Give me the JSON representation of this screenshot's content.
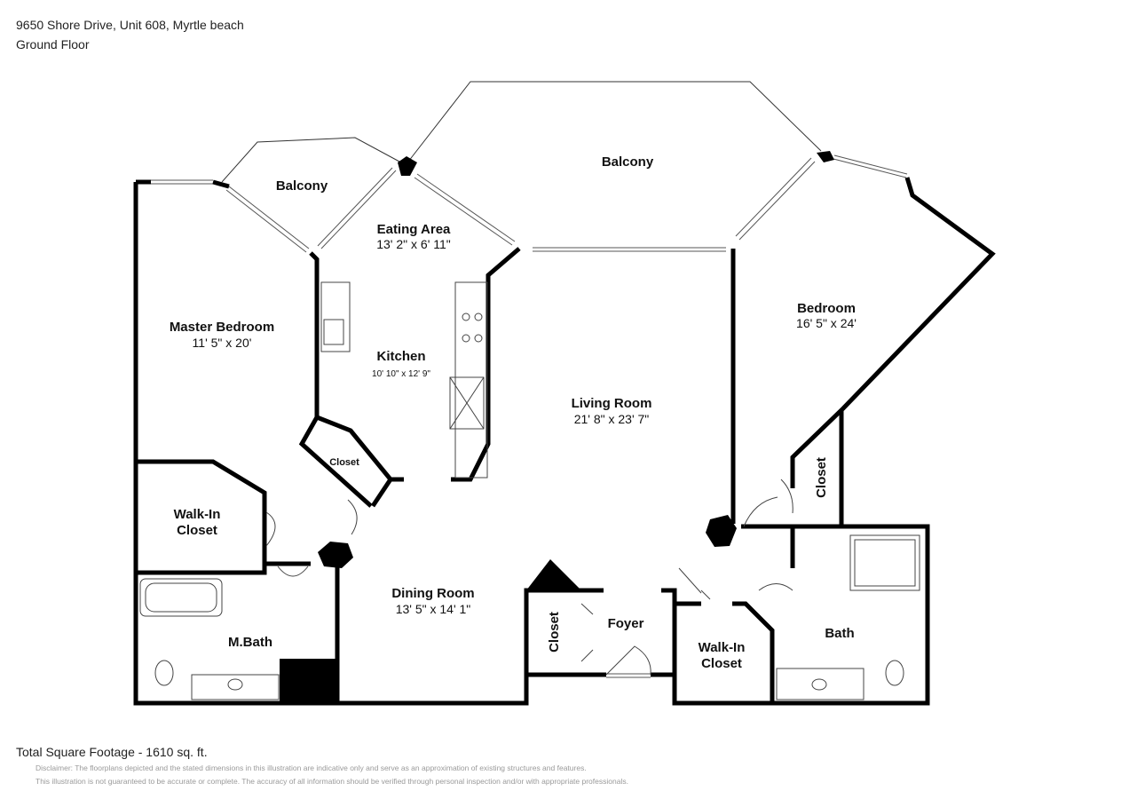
{
  "header": {
    "address": "9650 Shore Drive, Unit 608, Myrtle beach",
    "floor": "Ground Floor"
  },
  "rooms": {
    "balcony_left": {
      "name": "Balcony"
    },
    "balcony_main": {
      "name": "Balcony"
    },
    "eating_area": {
      "name": "Eating Area",
      "size": "13' 2\" x 6' 11\""
    },
    "kitchen": {
      "name": "Kitchen",
      "size": "10' 10\" x 12' 9\""
    },
    "master_bedroom": {
      "name": "Master Bedroom",
      "size": "11' 5\" x 20'"
    },
    "living_room": {
      "name": "Living Room",
      "size": "21' 8\" x 23' 7\""
    },
    "bedroom": {
      "name": "Bedroom",
      "size": "16' 5\" x 24'"
    },
    "kitchen_closet": {
      "name": "Closet"
    },
    "master_walkin": {
      "line1": "Walk-In",
      "line2": "Closet"
    },
    "master_bath": {
      "name": "M.Bath"
    },
    "dining_room": {
      "name": "Dining Room",
      "size": "13' 5\" x 14' 1\""
    },
    "foyer_closet": {
      "name": "Closet"
    },
    "foyer": {
      "name": "Foyer"
    },
    "bedroom_closet": {
      "name": "Closet"
    },
    "walkin_closet": {
      "line1": "Walk-In",
      "line2": "Closet"
    },
    "bath": {
      "name": "Bath"
    }
  },
  "footer": {
    "total": "Total Square Footage - 1610 sq. ft.",
    "disclaimer1": "Disclaimer: The floorplans depicted and the stated dimensions in this illustration are indicative only and serve as an approximation of existing structures and features.",
    "disclaimer2": "This illustration is not guaranteed to be accurate or complete. The accuracy of all information should be verified through personal inspection and/or with appropriate professionals."
  }
}
